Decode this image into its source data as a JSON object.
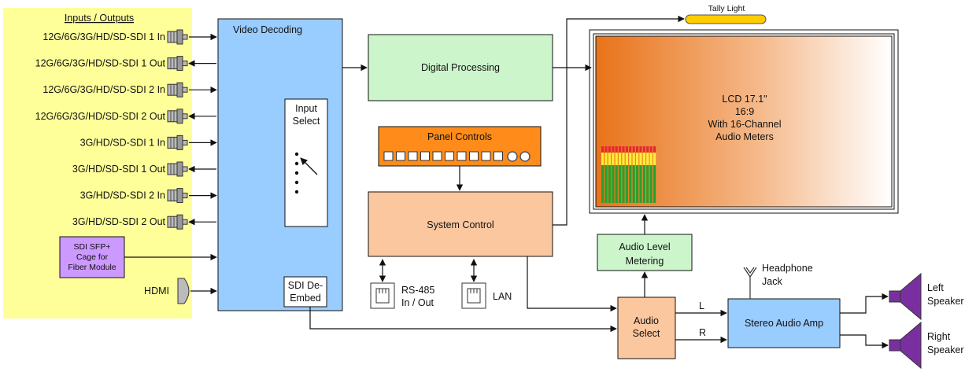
{
  "io_panel": {
    "title": "Inputs / Outputs",
    "ports": [
      {
        "label": "12G/6G/3G/HD/SD-SDI 1 In",
        "dir": "in"
      },
      {
        "label": "12G/6G/3G/HD/SD-SDI 1 Out",
        "dir": "out"
      },
      {
        "label": "12G/6G/3G/HD/SD-SDI 2 In",
        "dir": "in"
      },
      {
        "label": "12G/6G/3G/HD/SD-SDI 2 Out",
        "dir": "out"
      },
      {
        "label": "3G/HD/SD-SDI 1 In",
        "dir": "in"
      },
      {
        "label": "3G/HD/SD-SDI 1 Out",
        "dir": "out"
      },
      {
        "label": "3G/HD/SD-SDI 2 In",
        "dir": "in"
      },
      {
        "label": "3G/HD/SD-SDI 2 Out",
        "dir": "out"
      }
    ],
    "sfp": [
      "SDI SFP+",
      "Cage for",
      "Fiber Module"
    ],
    "hdmi": "HDMI"
  },
  "video_decoding": {
    "title": "Video Decoding",
    "input_select": [
      "Input",
      "Select"
    ],
    "de_embed": [
      "SDI De-",
      "Embed"
    ]
  },
  "digital_processing": "Digital Processing",
  "panel_controls": "Panel Controls",
  "system_control": "System Control",
  "rs485": [
    "RS-485",
    "In / Out"
  ],
  "lan": "LAN",
  "tally_light": "Tally Light",
  "lcd": [
    "LCD 17.1\"",
    "16:9",
    "With 16-Channel",
    "Audio Meters"
  ],
  "audio_level_metering": [
    "Audio Level",
    "Metering"
  ],
  "audio_select": [
    "Audio",
    "Select"
  ],
  "channels": {
    "left": "L",
    "right": "R"
  },
  "headphone": [
    "Headphone",
    "Jack"
  ],
  "stereo_amp": "Stereo Audio Amp",
  "left_speaker": [
    "Left",
    "Speaker"
  ],
  "right_speaker": [
    "Right",
    "Speaker"
  ],
  "colors": {
    "io_panel": "#ffff99",
    "video_decoding": "#99ccff",
    "digital_processing": "#ccf5cc",
    "system_control": "#fbc79f",
    "panel_controls": "#ff8c1a",
    "sfp": "#cc99ff",
    "speaker": "#7a2fa0",
    "tally": "#ffcc00"
  }
}
